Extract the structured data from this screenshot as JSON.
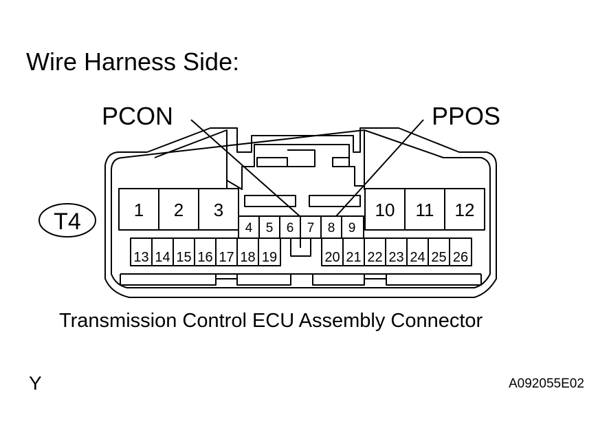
{
  "heading": "Wire Harness Side:",
  "connector": {
    "id": "T4",
    "name": "Transmission Control ECU Assembly Connector",
    "terminal_labels": {
      "pcon": "PCON",
      "ppos": "PPOS"
    },
    "top_left_pins": [
      "1",
      "2",
      "3"
    ],
    "center_pins": [
      "4",
      "5",
      "6",
      "7",
      "8",
      "9"
    ],
    "top_right_pins": [
      "10",
      "11",
      "12"
    ],
    "bottom_left_pins": [
      "13",
      "14",
      "15",
      "16",
      "17",
      "18",
      "19"
    ],
    "bottom_right_pins": [
      "20",
      "21",
      "22",
      "23",
      "24",
      "25",
      "26"
    ]
  },
  "footer": {
    "corner_letter": "Y",
    "figure_code": "A092055E02"
  }
}
